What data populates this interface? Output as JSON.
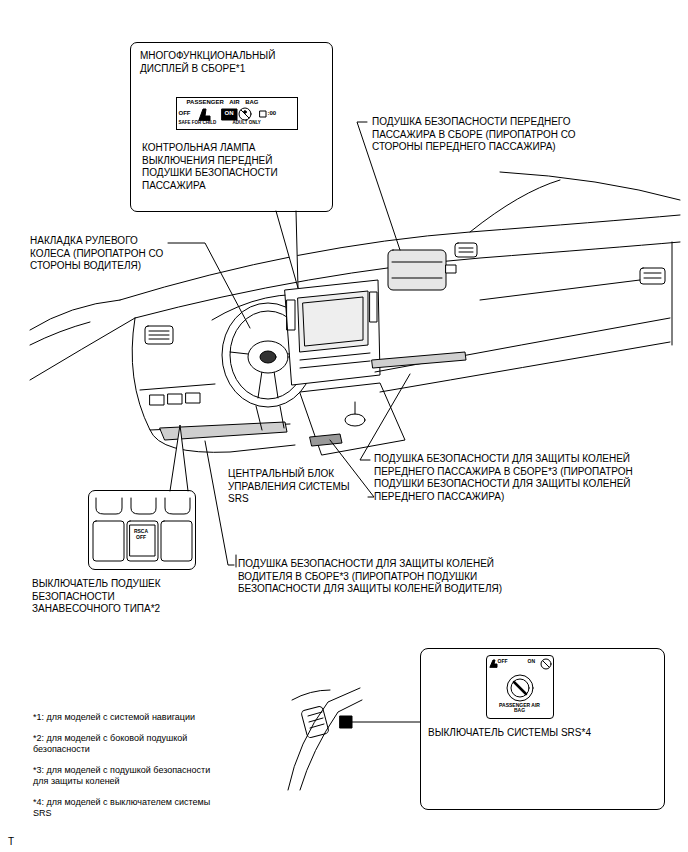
{
  "diagram": {
    "nodes": [
      {
        "text": [
          "МНОГОФУНКЦИОНАЛЬНЫЙ ДИСПЛЕЙ В СБОРЕ*1",
          "КОНТРОЛЬНАЯ ЛАМПА ВЫКЛЮЧЕНИЯ ПЕРЕДНЕЙ ПОДУШКИ БЕЗОПАСНОСТИ ПАССАЖИРА"
        ]
      },
      {
        "text": [
          "PASSENGER AIR BAG",
          "OFF",
          "ON",
          ":00",
          "SAFE FOR CHILD",
          "ADULT ONLY"
        ],
        "in": 0
      },
      {
        "text": [
          "RSCA OFF"
        ]
      },
      {
        "text": [
          "ВЫКЛЮЧАТЕЛЬ СИСТЕМЫ SRS*4"
        ]
      },
      {
        "text": [
          "OFF",
          "ON",
          "PASSENGER AIR BAG"
        ],
        "in": 3
      }
    ],
    "labels": [
      "ПОДУШКА БЕЗОПАСНОСТИ ПЕРЕДНЕГО ПАССАЖИРА В СБОРЕ (ПИРОПАТРОН СО СТОРОНЫ ПЕРЕДНЕГО ПАССАЖИРА)",
      "НАКЛАДКА РУЛЕВОГО КОЛЕСА (ПИРОПАТРОН СО СТОРОНЫ ВОДИТЕЛЯ)",
      "ПОДУШКА БЕЗОПАСНОСТИ ДЛЯ ЗАЩИТЫ КОЛЕНЕЙ ПЕРЕДНЕГО ПАССАЖИРА В СБОРЕ*3 (ПИРОПАТРОН ПОДУШКИ БЕЗОПАСНОСТИ ДЛЯ ЗАЩИТЫ КОЛЕНЕЙ ПЕРЕДНЕГО ПАССАЖИРА)",
      "ЦЕНТРАЛЬНЫЙ БЛОК УПРАВЛЕНИЯ СИСТЕМЫ SRS",
      "ПОДУШКА БЕЗОПАСНОСТИ ДЛЯ ЗАЩИТЫ КОЛЕНЕЙ ВОДИТЕЛЯ В СБОРЕ*3 (ПИРОПАТРОН ПОДУШКИ БЕЗОПАСНОСТИ ДЛЯ ЗАЩИТЫ КОЛЕНЕЙ ВОДИТЕЛЯ)",
      "ВЫКЛЮЧАТЕЛЬ ПОДУШЕК БЕЗОПАСНОСТИ ЗАНАВЕСОЧНОГО ТИПА*2",
      "*1: для моделей с системой навигации",
      "*2: для моделей с боковой подушкой безопасности",
      "*3: для моделей с подушкой безопасности для защиты коленей",
      "*4: для моделей с выключателем системы SRS",
      "T"
    ]
  }
}
